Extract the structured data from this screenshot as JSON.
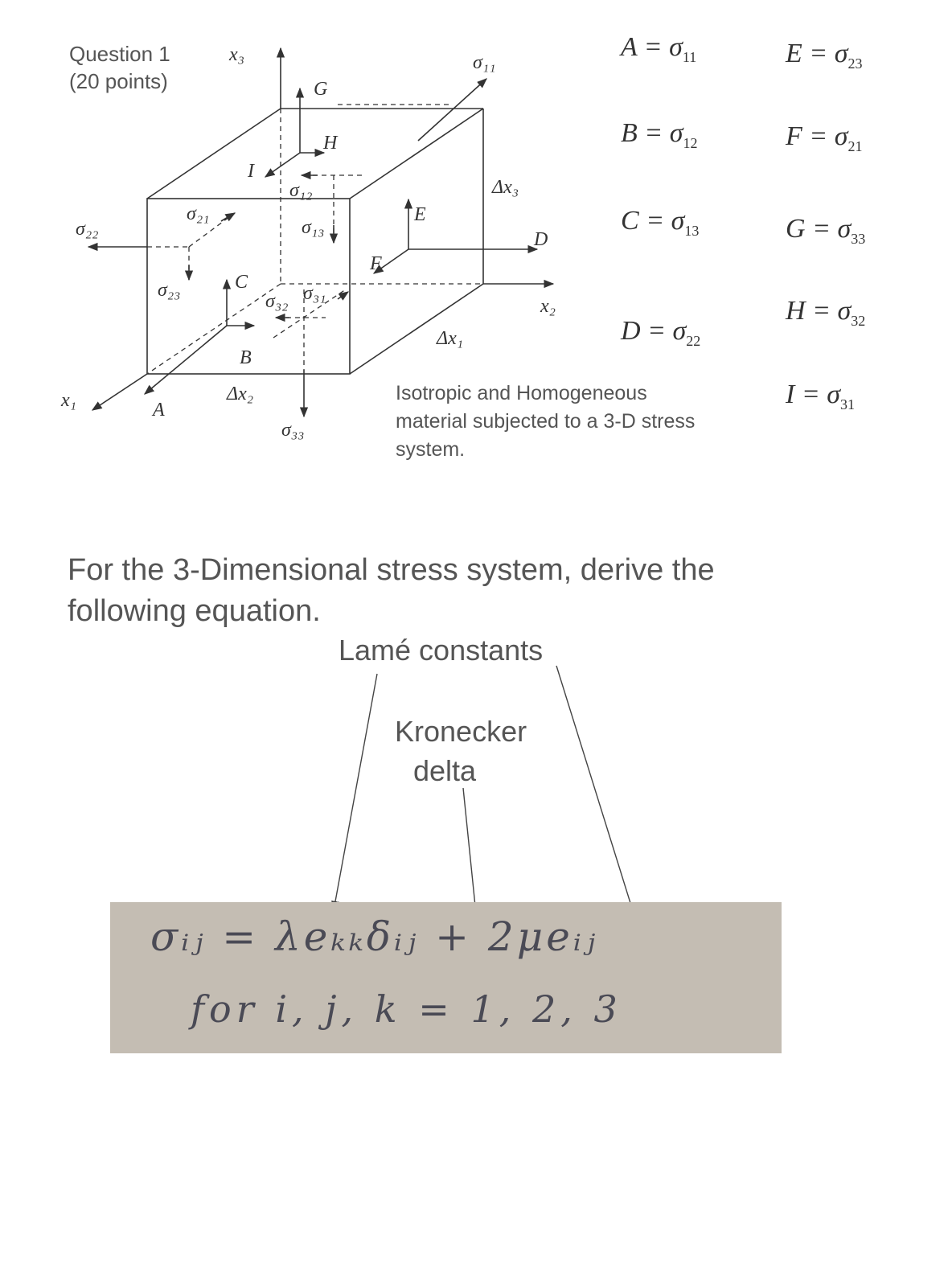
{
  "question": {
    "line1": "Question 1",
    "line2": "(20 points)"
  },
  "diagram": {
    "labels": {
      "x3": "x₃",
      "x2": "x₂",
      "x1": "x₁",
      "s11": "σ₁₁",
      "s22": "σ₂₂",
      "s33": "σ₃₃",
      "s21": "σ₂₁",
      "s23": "σ₂₃",
      "s12": "σ₁₂",
      "s13": "σ₁₃",
      "s32": "σ₃₂",
      "s31": "σ₃₁",
      "dx1": "Δx₁",
      "dx2": "Δx₂",
      "dx3": "Δx₃",
      "A": "A",
      "B": "B",
      "C": "C",
      "D": "D",
      "E": "E",
      "F": "F",
      "G": "G",
      "H": "H",
      "I": "I"
    }
  },
  "equations": [
    {
      "letter": "A",
      "sub": "11"
    },
    {
      "letter": "B",
      "sub": "12"
    },
    {
      "letter": "C",
      "sub": "13"
    },
    {
      "letter": "D",
      "sub": "22"
    },
    {
      "letter": "E",
      "sub": "23"
    },
    {
      "letter": "F",
      "sub": "21"
    },
    {
      "letter": "G",
      "sub": "33"
    },
    {
      "letter": "H",
      "sub": "32"
    },
    {
      "letter": "I",
      "sub": "31"
    }
  ],
  "caption": "Isotropic and Homogeneous material subjected to a 3-D stress system.",
  "prompt": "For the 3-Dimensional stress system, derive the following equation.",
  "annotations": {
    "lame": "Lamé constants",
    "kronecker_line1": "Kronecker",
    "kronecker_line2": "delta"
  },
  "handwritten": {
    "line1": "σᵢⱼ = λeₖₖδᵢⱼ + 2μeᵢⱼ",
    "line2": "for i, j, k = 1, 2, 3"
  }
}
